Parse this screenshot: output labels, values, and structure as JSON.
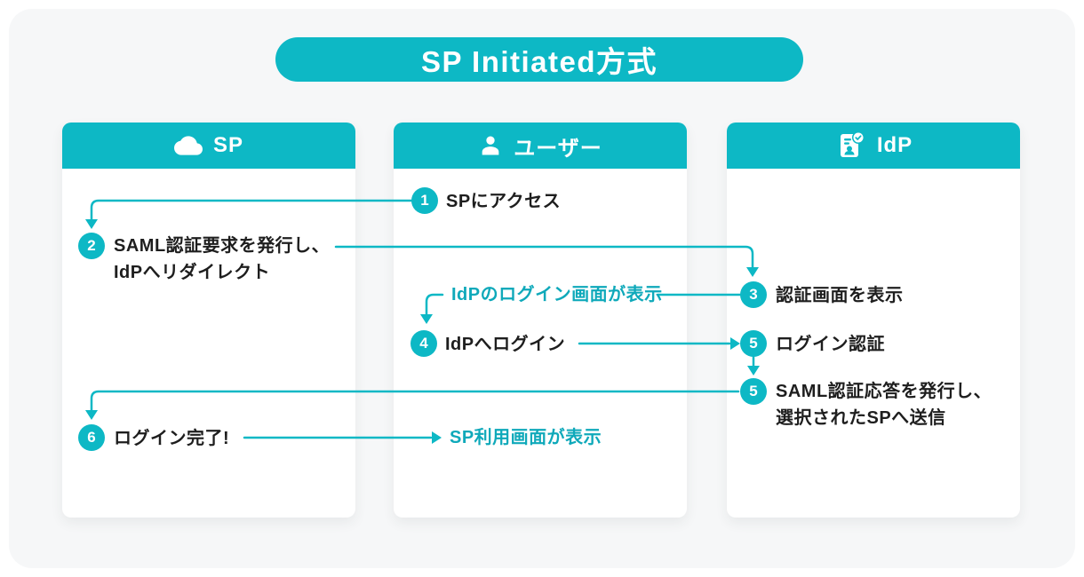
{
  "title": "SP Initiated方式",
  "colors": {
    "accent": "#0db8c5",
    "note_text": "#0fa9ba",
    "step_text": "#1e1e1e",
    "canvas_bg": "#f6f7f8",
    "card_bg": "#ffffff"
  },
  "columns": [
    {
      "label": "SP",
      "icon": "cloud-icon"
    },
    {
      "label": "ユーザー",
      "icon": "user-icon"
    },
    {
      "label": "IdP",
      "icon": "idcard-check-icon"
    }
  ],
  "steps": [
    {
      "num": "1",
      "column": "user",
      "text": "SPにアクセス"
    },
    {
      "num": "2",
      "column": "sp",
      "line1": "SAML認証要求を発行し、",
      "line2": "IdPへリダイレクト"
    },
    {
      "num": "3",
      "column": "idp",
      "text": "認証画面を表示"
    },
    {
      "num": "4",
      "column": "user",
      "text": "IdPへログイン"
    },
    {
      "num": "5",
      "column": "idp",
      "text": "ログイン認証"
    },
    {
      "num": "5",
      "column": "idp",
      "line1": "SAML認証応答を発行し、",
      "line2": "選択されたSPへ送信"
    },
    {
      "num": "6",
      "column": "sp",
      "text": "ログイン完了!"
    }
  ],
  "notes": [
    {
      "column": "user",
      "text": "IdPのログイン画面が表示"
    },
    {
      "column": "user",
      "text": "SP利用画面が表示"
    }
  ]
}
